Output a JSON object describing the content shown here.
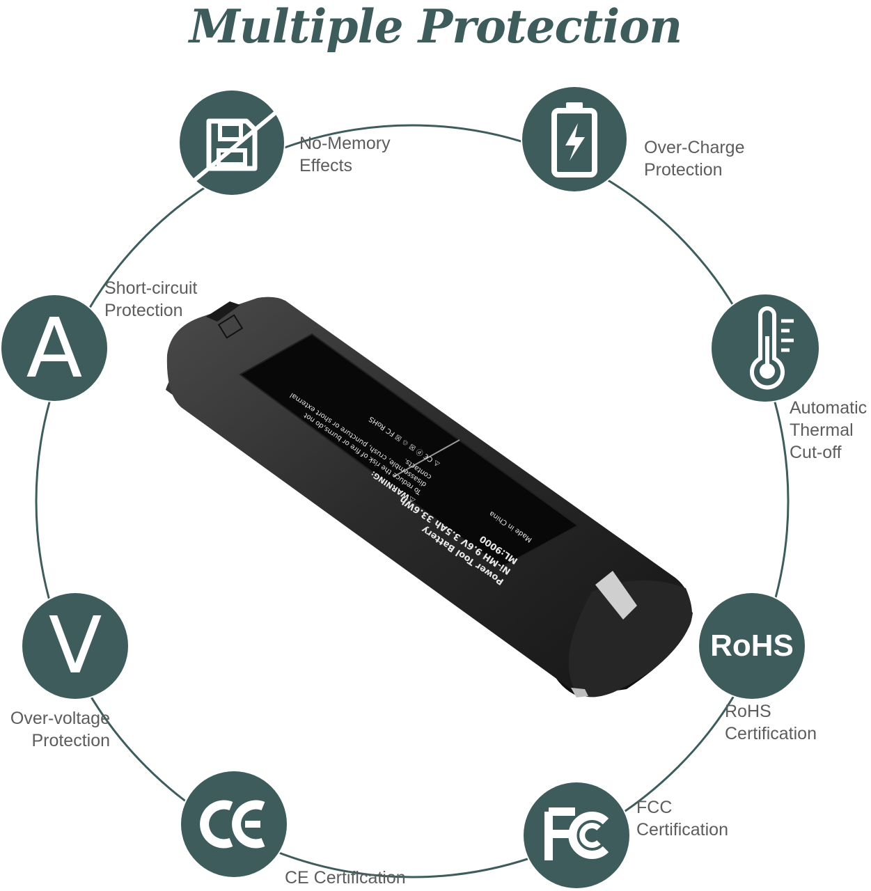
{
  "title": "Multiple Protection",
  "colors": {
    "accent": "#3d5c5b",
    "label_text": "#5c5c5c",
    "background": "#ffffff"
  },
  "features": [
    {
      "icon": "no-memory-floppy-icon",
      "lines": [
        "No-Memory",
        "Effects"
      ]
    },
    {
      "icon": "battery-charge-icon",
      "lines": [
        "Over-Charge",
        "Protection"
      ]
    },
    {
      "icon": "ampere-letter-icon",
      "glyph": "A",
      "lines": [
        "Short-circuit",
        "Protection"
      ]
    },
    {
      "icon": "thermometer-icon",
      "lines": [
        "Automatic",
        "Thermal",
        "Cut-off"
      ]
    },
    {
      "icon": "volt-letter-icon",
      "glyph": "V",
      "lines": [
        "Over-voltage",
        "Protection"
      ]
    },
    {
      "icon": "rohs-mark-icon",
      "glyph": "RoHS",
      "lines": [
        "RoHS",
        "Certification"
      ]
    },
    {
      "icon": "ce-mark-icon",
      "lines": [
        "CE Certification"
      ]
    },
    {
      "icon": "fcc-mark-icon",
      "lines": [
        "FCC",
        "Certification"
      ]
    }
  ],
  "battery_label": {
    "warning_title": "⚠WARNING:",
    "warning_lines": [
      "To reduce the risk of fire or burns,do not",
      "disassemble, crush, puncture or short external",
      "contacts."
    ],
    "marks": "⚠  C€  ⓟ  ☒  ♲  ☒  FC  RoHS",
    "product": "Power Tool Battery",
    "spec": "Ni-MH 9.6V 3.5Ah 33.6Wh",
    "model": "ML:9000",
    "origin": "Made in China"
  }
}
